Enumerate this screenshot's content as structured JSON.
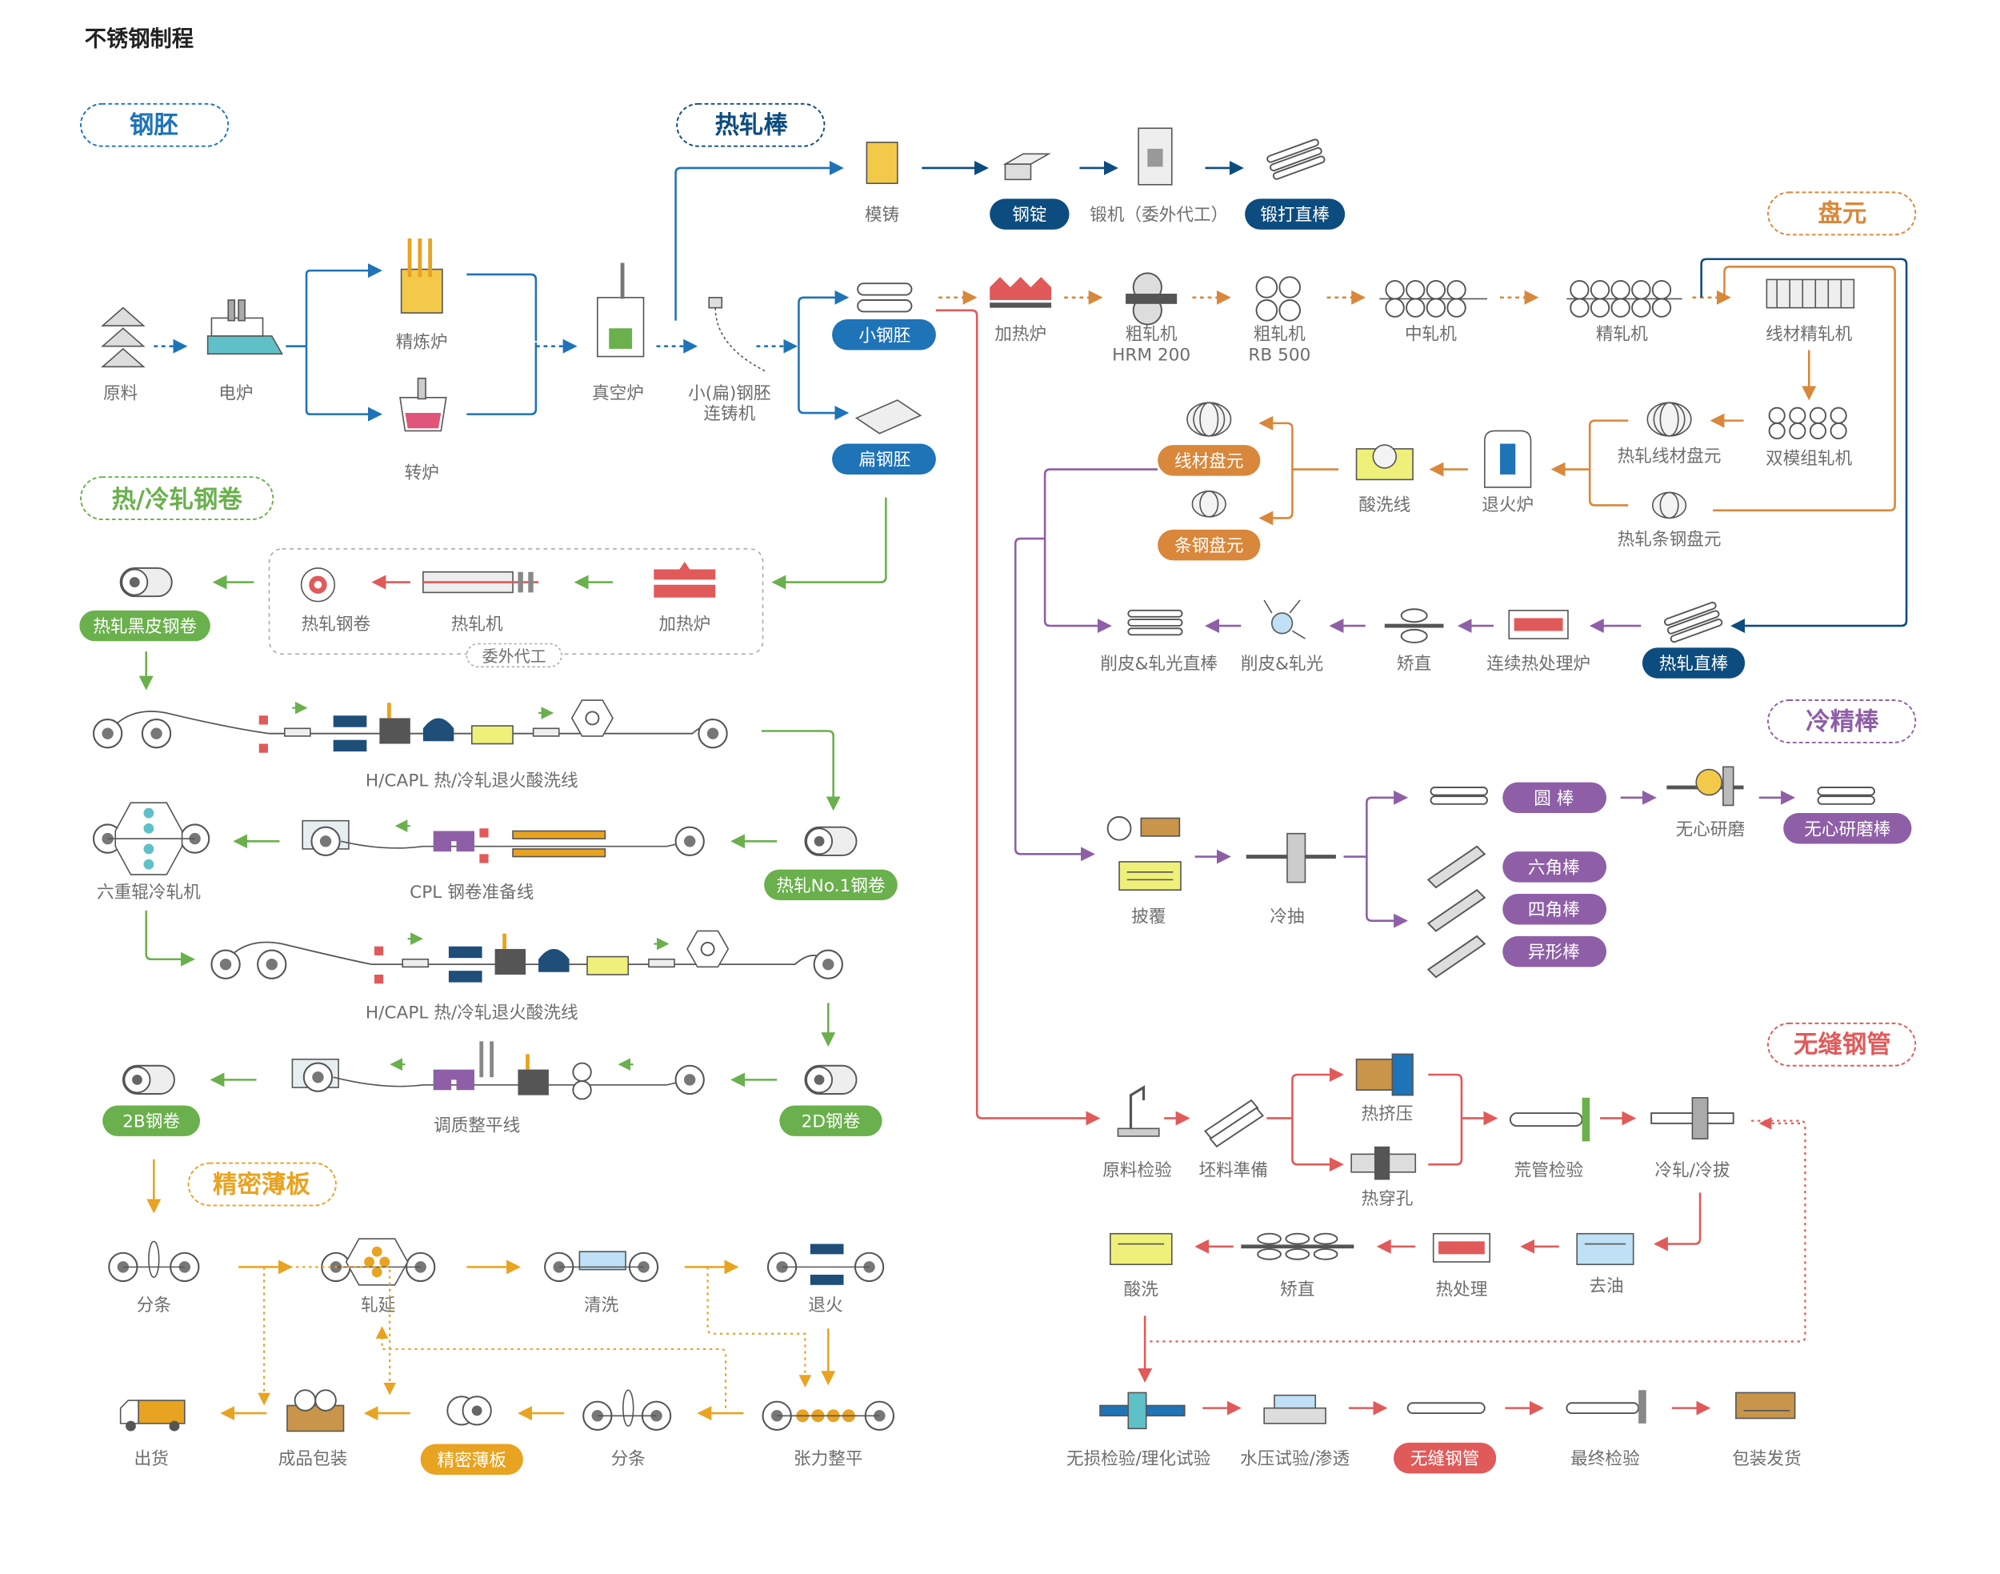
{
  "title": "不锈钢制程",
  "sections": {
    "steel_billet": "钢胚",
    "hot_rolled_bar": "热轧棒",
    "wire_rod": "盘元",
    "hot_cold_coil": "热/冷轧钢卷",
    "cold_finished_bar": "冷精棒",
    "precision_strip": "精密薄板",
    "seamless_tube": "无缝钢管"
  },
  "billet": {
    "raw": "原料",
    "eaf": "电炉",
    "refining": "精炼炉",
    "converter": "转炉",
    "vacuum": "真空炉",
    "caster_1": "小(扁)钢胚",
    "caster_2": "连铸机",
    "small_billet": "小钢胚",
    "slab": "扁钢胚"
  },
  "hot_bar": {
    "mold_casting": "模铸",
    "ingot": "钢锭",
    "forging": "锻机（委外代工）",
    "forged_bar": "锻打直棒"
  },
  "rolling": {
    "reheat": "加热炉",
    "rough_1": "粗轧机",
    "rough_1b": "HRM 200",
    "rough_2": "粗轧机",
    "rough_2b": "RB 500",
    "intermediate": "中轧机",
    "finishing": "精轧机",
    "wire_finishing": "线材精轧机",
    "twin_module": "双模组轧机",
    "hot_wire_coil": "热轧线材盘元",
    "hot_bar_coil": "热轧条钢盘元",
    "annealing": "退火炉",
    "pickling": "酸洗线",
    "wire_rod": "线材盘元",
    "bar_coil": "条钢盘元"
  },
  "bar_line": {
    "hot_rolled_bar": "热轧直棒",
    "heat_treat": "连续热处理炉",
    "straighten": "矫直",
    "peel_polish": "削皮&轧光",
    "peeled_bar": "削皮&轧光直棒"
  },
  "cold_bar": {
    "coating": "披覆",
    "drawing": "冷抽",
    "round": "圆 棒",
    "hex": "六角棒",
    "square": "四角棒",
    "special": "异形棒",
    "centerless": "无心研磨",
    "centerless_bar": "无心研磨棒"
  },
  "coil": {
    "slab_heat": "加热炉",
    "hot_mill": "热轧机",
    "hot_coil": "热轧钢卷",
    "outsourced": "委外代工",
    "black_coil": "热轧黑皮钢卷",
    "hcapl_1": "H/CAPL 热/冷轧退火酸洗线",
    "no1_coil": "热轧No.1钢卷",
    "cpl": "CPL 钢卷准备线",
    "zmill": "六重辊冷轧机",
    "hcapl_2": "H/CAPL 热/冷轧退火酸洗线",
    "coil_2d": "2D钢卷",
    "skin_pass": "调质整平线",
    "coil_2b": "2B钢卷"
  },
  "strip": {
    "slit_1": "分条",
    "roll": "轧延",
    "clean": "清洗",
    "anneal": "退火",
    "tension_level": "张力整平",
    "slit_2": "分条",
    "precision_strip": "精密薄板",
    "pack": "成品包装",
    "ship": "出货"
  },
  "tube": {
    "inspect_raw": "原料检验",
    "billet_prep": "坯料準備",
    "extrude": "热挤压",
    "pierce": "热穿孔",
    "hollow_inspect": "荒管检验",
    "cold_roll_draw": "冷轧/冷拔",
    "degrease": "去油",
    "heat_treat": "热处理",
    "straighten": "矫直",
    "pickle": "酸洗",
    "ndt": "无损检验/理化试验",
    "hydro": "水压试验/渗透",
    "seamless": "无缝钢管",
    "final": "最终检验",
    "ship": "包装发货"
  },
  "colors": {
    "blue": "#1f73b7",
    "navy": "#0d4c7e",
    "orange": "#d9873a",
    "green": "#6ab04c",
    "purple": "#8e5fa6",
    "red": "#e05a5a",
    "yellow": "#e8a321",
    "gray": "#6e6e6e"
  }
}
